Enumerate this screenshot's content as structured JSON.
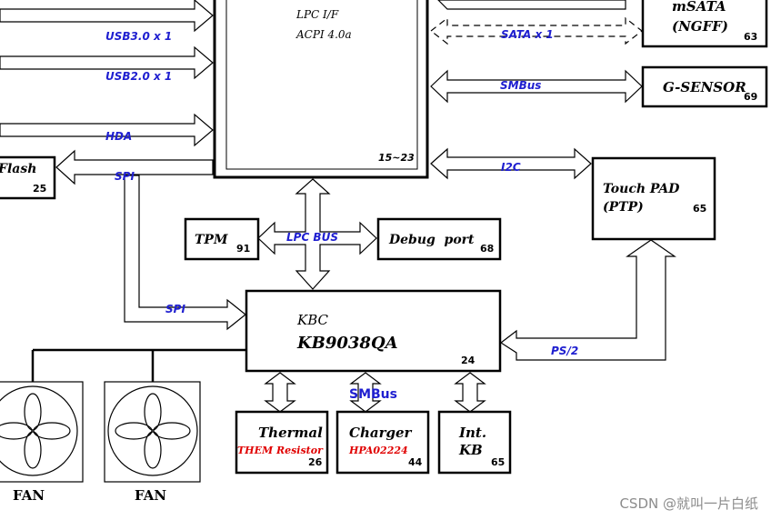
{
  "colors": {
    "line": "#000000",
    "bus_label": "#1f1fd0",
    "part_label": "#e00000",
    "watermark": "#8c8c8c"
  },
  "pch": {
    "line1": "LPC I/F",
    "line2": "ACPI 4.0a",
    "page": "15~23"
  },
  "msata": {
    "line1": "mSATA",
    "line2": "(NGFF)",
    "page": "63"
  },
  "gsensor": {
    "label": "G-SENSOR",
    "page": "69"
  },
  "touchpad": {
    "line1": "Touch PAD",
    "line2": "(PTP)",
    "page": "65"
  },
  "flash": {
    "label": "Flash",
    "page": "25"
  },
  "tpm": {
    "label": "TPM",
    "page": "91"
  },
  "debug": {
    "label": "Debug  port",
    "page": "68"
  },
  "kbc": {
    "line1": "KBC",
    "line2": "KB9038QA",
    "page": "24"
  },
  "thermal": {
    "label": "Thermal",
    "part": "THEM Resistor",
    "page": "26"
  },
  "charger": {
    "label": "Charger",
    "part": "HPA02224",
    "page": "44"
  },
  "intkb": {
    "line1": "Int.",
    "line2": "KB",
    "page": "65"
  },
  "buses": {
    "usb3": "USB3.0 x 1",
    "usb2": "USB2.0 x 1",
    "hda": "HDA",
    "spi_top": "SPI",
    "sata": "SATA x 1",
    "smbus_top": "SMBus",
    "i2c": "I2C",
    "lpc": "LPC BUS",
    "spi_kbc": "SPI",
    "ps2": "PS/2",
    "smbus_bottom": "SMBus"
  },
  "fans": [
    "FAN",
    "FAN"
  ],
  "watermark": "CSDN @就叫一片白纸"
}
